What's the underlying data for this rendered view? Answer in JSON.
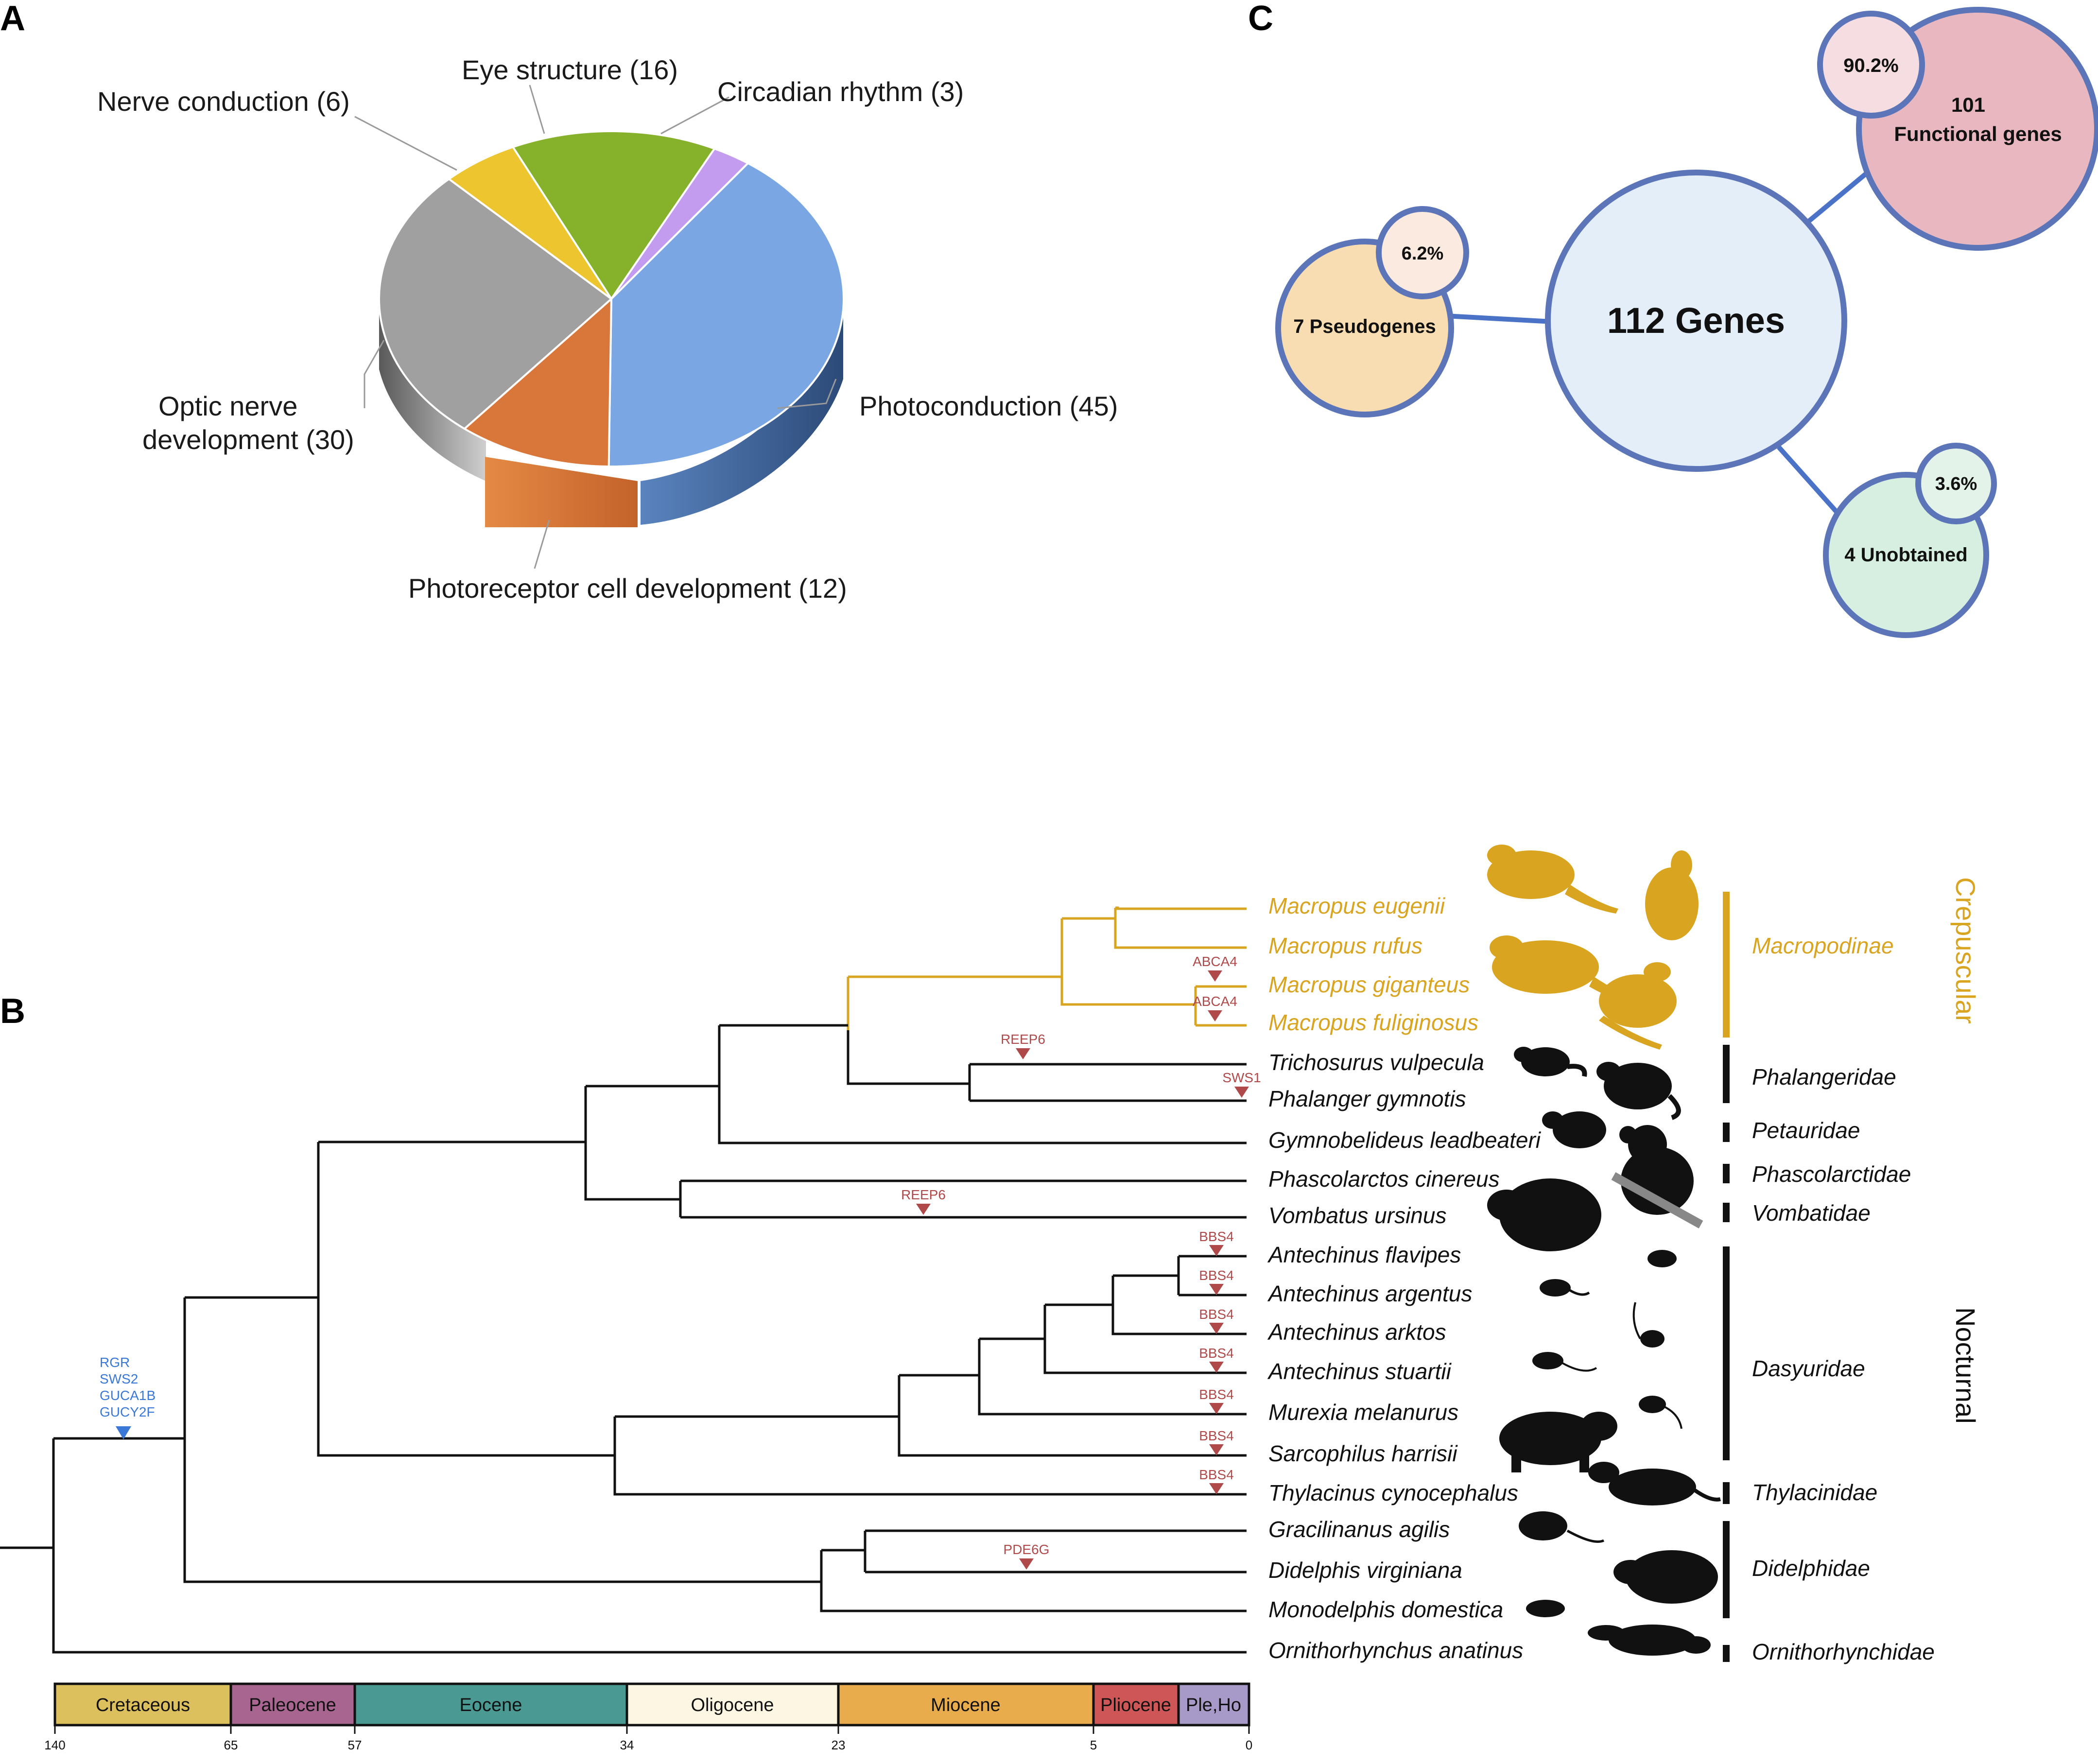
{
  "panels": {
    "a": "A",
    "b": "B",
    "c": "C"
  },
  "chart_data": {
    "type": "pie",
    "categories": [
      "Photoconduction",
      "Photoreceptor cell development",
      "Optic nerve development",
      "Nerve conduction",
      "Eye structure",
      "Circadian rhythm"
    ],
    "values": [
      45,
      12,
      30,
      6,
      16,
      3
    ],
    "labels": [
      "Photoconduction (45)",
      "Photoreceptor cell development (12)",
      "Optic nerve development (30)",
      "Nerve conduction (6)",
      "Eye structure (16)",
      "Circadian rhythm (3)"
    ],
    "optic_label_lines": [
      "Optic nerve",
      "development (30)"
    ],
    "colors": [
      "#7aa6e3",
      "#d9773a",
      "#a0a0a0",
      "#edc52f",
      "#86b22b",
      "#c39cf0"
    ]
  },
  "bubbles": {
    "center": "112 Genes",
    "functional": {
      "count": "101",
      "label": "Functional genes",
      "pct": "90.2%"
    },
    "pseudo": {
      "label": "7 Pseudogenes",
      "pct": "6.2%"
    },
    "unobtained": {
      "label": "4 Unobtained",
      "pct": "3.6%"
    }
  },
  "tree": {
    "species": [
      {
        "name": "Macropus eugenii",
        "color": "#d9a420"
      },
      {
        "name": "Macropus rufus",
        "color": "#d9a420"
      },
      {
        "name": "Macropus giganteus",
        "color": "#d9a420"
      },
      {
        "name": "Macropus fuliginosus",
        "color": "#d9a420"
      },
      {
        "name": "Trichosurus vulpecula",
        "color": "#111111"
      },
      {
        "name": "Phalanger gymnotis",
        "color": "#111111"
      },
      {
        "name": "Gymnobelideus leadbeateri",
        "color": "#111111"
      },
      {
        "name": "Phascolarctos cinereus",
        "color": "#111111"
      },
      {
        "name": "Vombatus ursinus",
        "color": "#111111"
      },
      {
        "name": "Antechinus flavipes",
        "color": "#111111"
      },
      {
        "name": "Antechinus argentus",
        "color": "#111111"
      },
      {
        "name": "Antechinus arktos",
        "color": "#111111"
      },
      {
        "name": "Antechinus stuartii",
        "color": "#111111"
      },
      {
        "name": "Murexia melanurus",
        "color": "#111111"
      },
      {
        "name": "Sarcophilus harrisii",
        "color": "#111111"
      },
      {
        "name": "Thylacinus cynocephalus",
        "color": "#111111"
      },
      {
        "name": "Gracilinanus agilis",
        "color": "#111111"
      },
      {
        "name": "Didelphis virginiana",
        "color": "#111111"
      },
      {
        "name": "Monodelphis domestica",
        "color": "#111111"
      },
      {
        "name": "Ornithorhynchus anatinus",
        "color": "#111111"
      }
    ],
    "families": [
      "Macropodinae",
      "Phalangeridae",
      "Petauridae",
      "Phascolarctidae",
      "Vombatidae",
      "Dasyuridae",
      "Thylacinidae",
      "Didelphidae",
      "Ornithorhynchidae"
    ],
    "activity": {
      "crepuscular": "Crepuscular",
      "nocturnal": "Nocturnal"
    },
    "markers": [
      "ABCA4",
      "ABCA4",
      "REEP6",
      "SWS1",
      "REEP6",
      "BBS4",
      "BBS4",
      "BBS4",
      "BBS4",
      "BBS4",
      "BBS4",
      "BBS4",
      "PDE6G"
    ],
    "basal_markers": [
      "RGR",
      "SWS2",
      "GUCA1B",
      "GUCY2F"
    ]
  },
  "timescale": {
    "periods": [
      {
        "name": "Cretaceous",
        "color": "#dcc05e"
      },
      {
        "name": "Paleocene",
        "color": "#a8658f"
      },
      {
        "name": "Eocene",
        "color": "#4a9a93"
      },
      {
        "name": "Oligocene",
        "color": "#fdf6e2"
      },
      {
        "name": "Miocene",
        "color": "#e8ac4c"
      },
      {
        "name": "Pliocene",
        "color": "#cf5656"
      },
      {
        "name": "Ple,Ho",
        "color": "#a89ac8"
      }
    ],
    "ticks": [
      "140",
      "65",
      "57",
      "34",
      "23",
      "5",
      "0"
    ]
  }
}
